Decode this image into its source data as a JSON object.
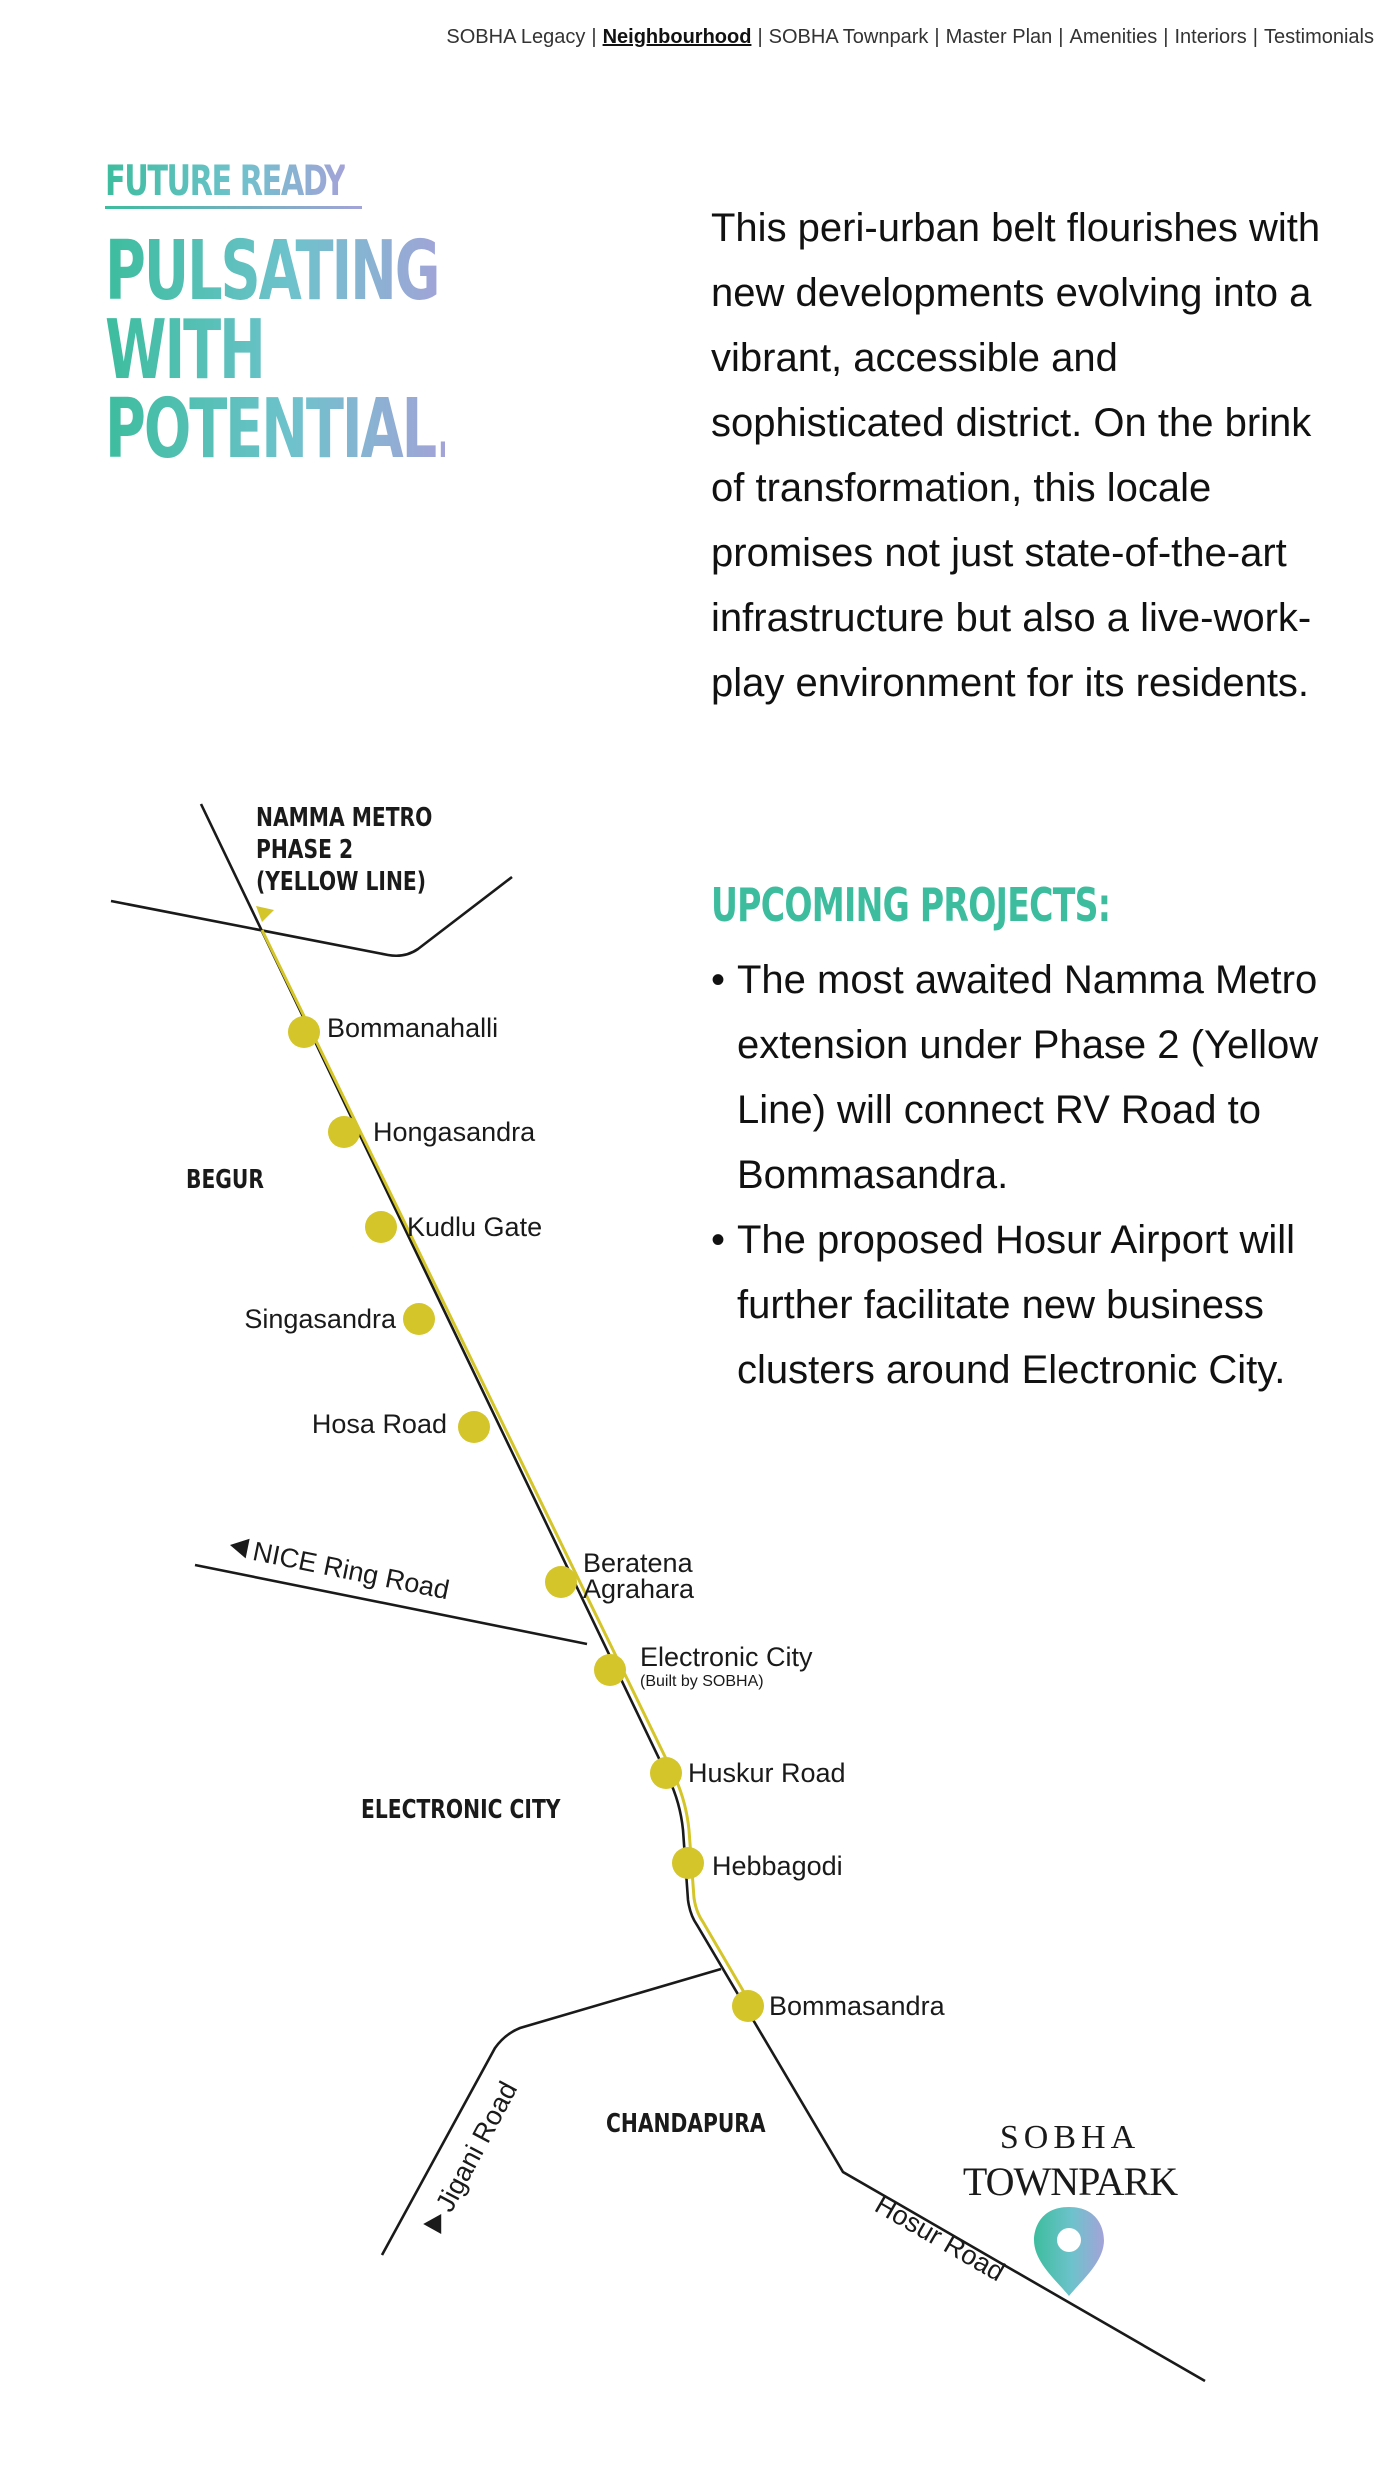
{
  "nav": {
    "items": [
      "SOBHA Legacy",
      "Neighbourhood",
      "SOBHA Townpark",
      "Master Plan",
      "Amenities",
      "Interiors",
      "Testimonials"
    ],
    "active": "Neighbourhood"
  },
  "hero": {
    "kicker": "FUTURE READY",
    "headline": [
      "PULSATING",
      "WITH",
      "POTENTIAL."
    ]
  },
  "description": "This peri-urban belt flourishes with new developments evolving into a vibrant, accessible and sophisticated district. On the brink of transformation, this locale promises not just state-of-the-art infrastructure but also a live-work-play environment for its residents.",
  "upcoming": {
    "title": "UPCOMING PROJECTS:",
    "items": [
      "The most awaited Namma Metro extension under Phase 2 (Yellow Line) will connect RV Road to Bommasandra.",
      "The proposed Hosur Airport will further facilitate new business clusters around Electronic City."
    ]
  },
  "map": {
    "metro_label": [
      "NAMMA METRO",
      "PHASE 2",
      "(YELLOW LINE)"
    ],
    "areas": {
      "begur": "BEGUR",
      "electronic_city": "ELECTRONIC CITY",
      "chandapura": "CHANDAPURA"
    },
    "roads": {
      "nice": "NICE Ring Road",
      "jigani": "Jigani Road",
      "hosur": "Hosur Road"
    },
    "stations": [
      "Bommanahalli",
      "Hongasandra",
      "Kudlu Gate",
      "Singasandra",
      "Hosa Road",
      "Beratena Agrahara",
      "Electronic City",
      "Huskur Road",
      "Hebbagodi",
      "Bommasandra"
    ],
    "station_note": "(Built by SOBHA)",
    "logo": [
      "SOBHA",
      "TOWNPARK"
    ],
    "colors": {
      "metro": "#d4c52a",
      "road": "#1a1a1a",
      "brand_start": "#3dbd9e",
      "brand_end": "#a3a3d8"
    }
  }
}
